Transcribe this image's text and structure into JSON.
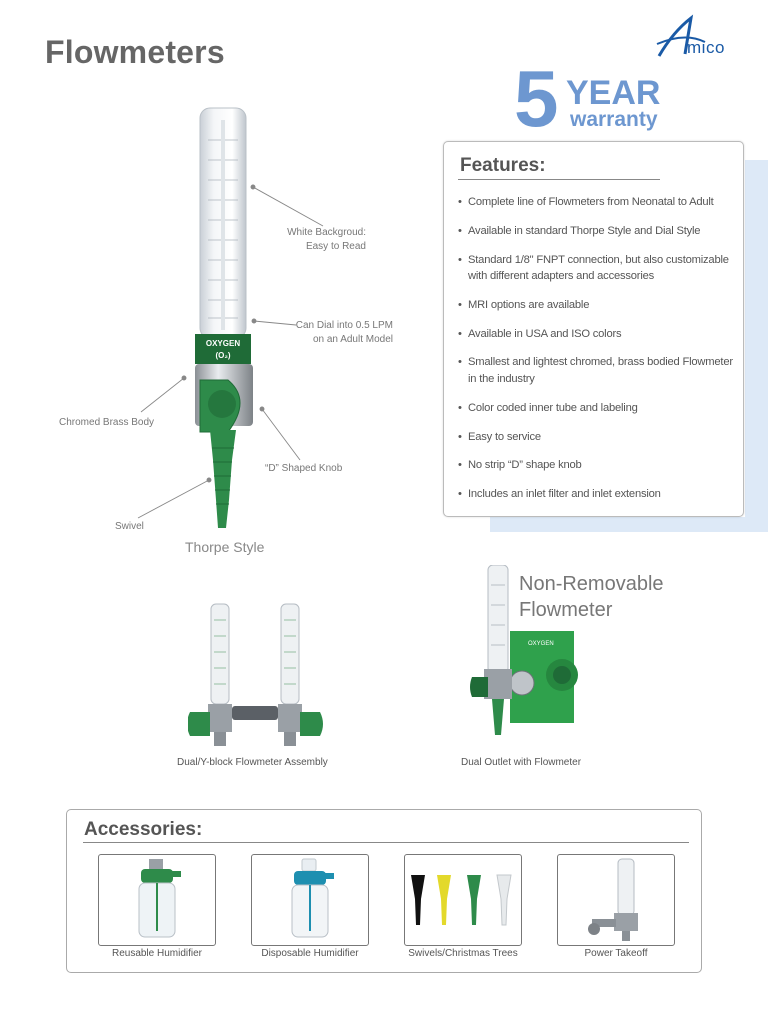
{
  "page_title": "Flowmeters",
  "brand": {
    "logo_text": "mico",
    "logo_initial": "A",
    "color": "#1a5aa6"
  },
  "warranty": {
    "number": "5",
    "word1": "YEAR",
    "word2": "warranty",
    "color": "#6d97d0"
  },
  "features": {
    "title": "Features:",
    "items": [
      "Complete line of Flowmeters from Neonatal to Adult",
      "Available in standard Thorpe Style and Dial Style",
      "Standard 1/8\" FNPT connection, but also customizable with different adapters and accessories",
      "MRI options are available",
      "Available in USA and ISO colors",
      "Smallest and lightest chromed, brass bodied Flowmeter in the industry",
      "Color coded inner tube and labeling",
      "Easy to service",
      "No strip “D” shape knob",
      "Includes an inlet filter and inlet extension"
    ]
  },
  "callouts": {
    "white_background": [
      "White Backgroud:",
      "Easy to Read"
    ],
    "can_dial": [
      "Can Dial into 0.5 LPM",
      "on an Adult Model"
    ],
    "chromed_body": "Chromed Brass Body",
    "d_knob": "“D” Shaped Knob",
    "swivel": "Swivel"
  },
  "flowmeter_label": {
    "line1": "OXYGEN",
    "line2": "(O₂)"
  },
  "thorpe_style": "Thorpe Style",
  "non_removable": [
    "Non-Removable",
    "Flowmeter"
  ],
  "captions": {
    "dual_yblock": "Dual/Y-block Flowmeter Assembly",
    "dual_outlet": "Dual Outlet with Flowmeter"
  },
  "accessories": {
    "title": "Accessories:",
    "items": [
      "Reusable Humidifier",
      "Disposable Humidifier",
      "Swivels/Christmas Trees",
      "Power Takeoff"
    ]
  },
  "colors": {
    "green": "#2e8b4a",
    "dark_green": "#1f6b37",
    "feature_band": "#dde9f7"
  }
}
